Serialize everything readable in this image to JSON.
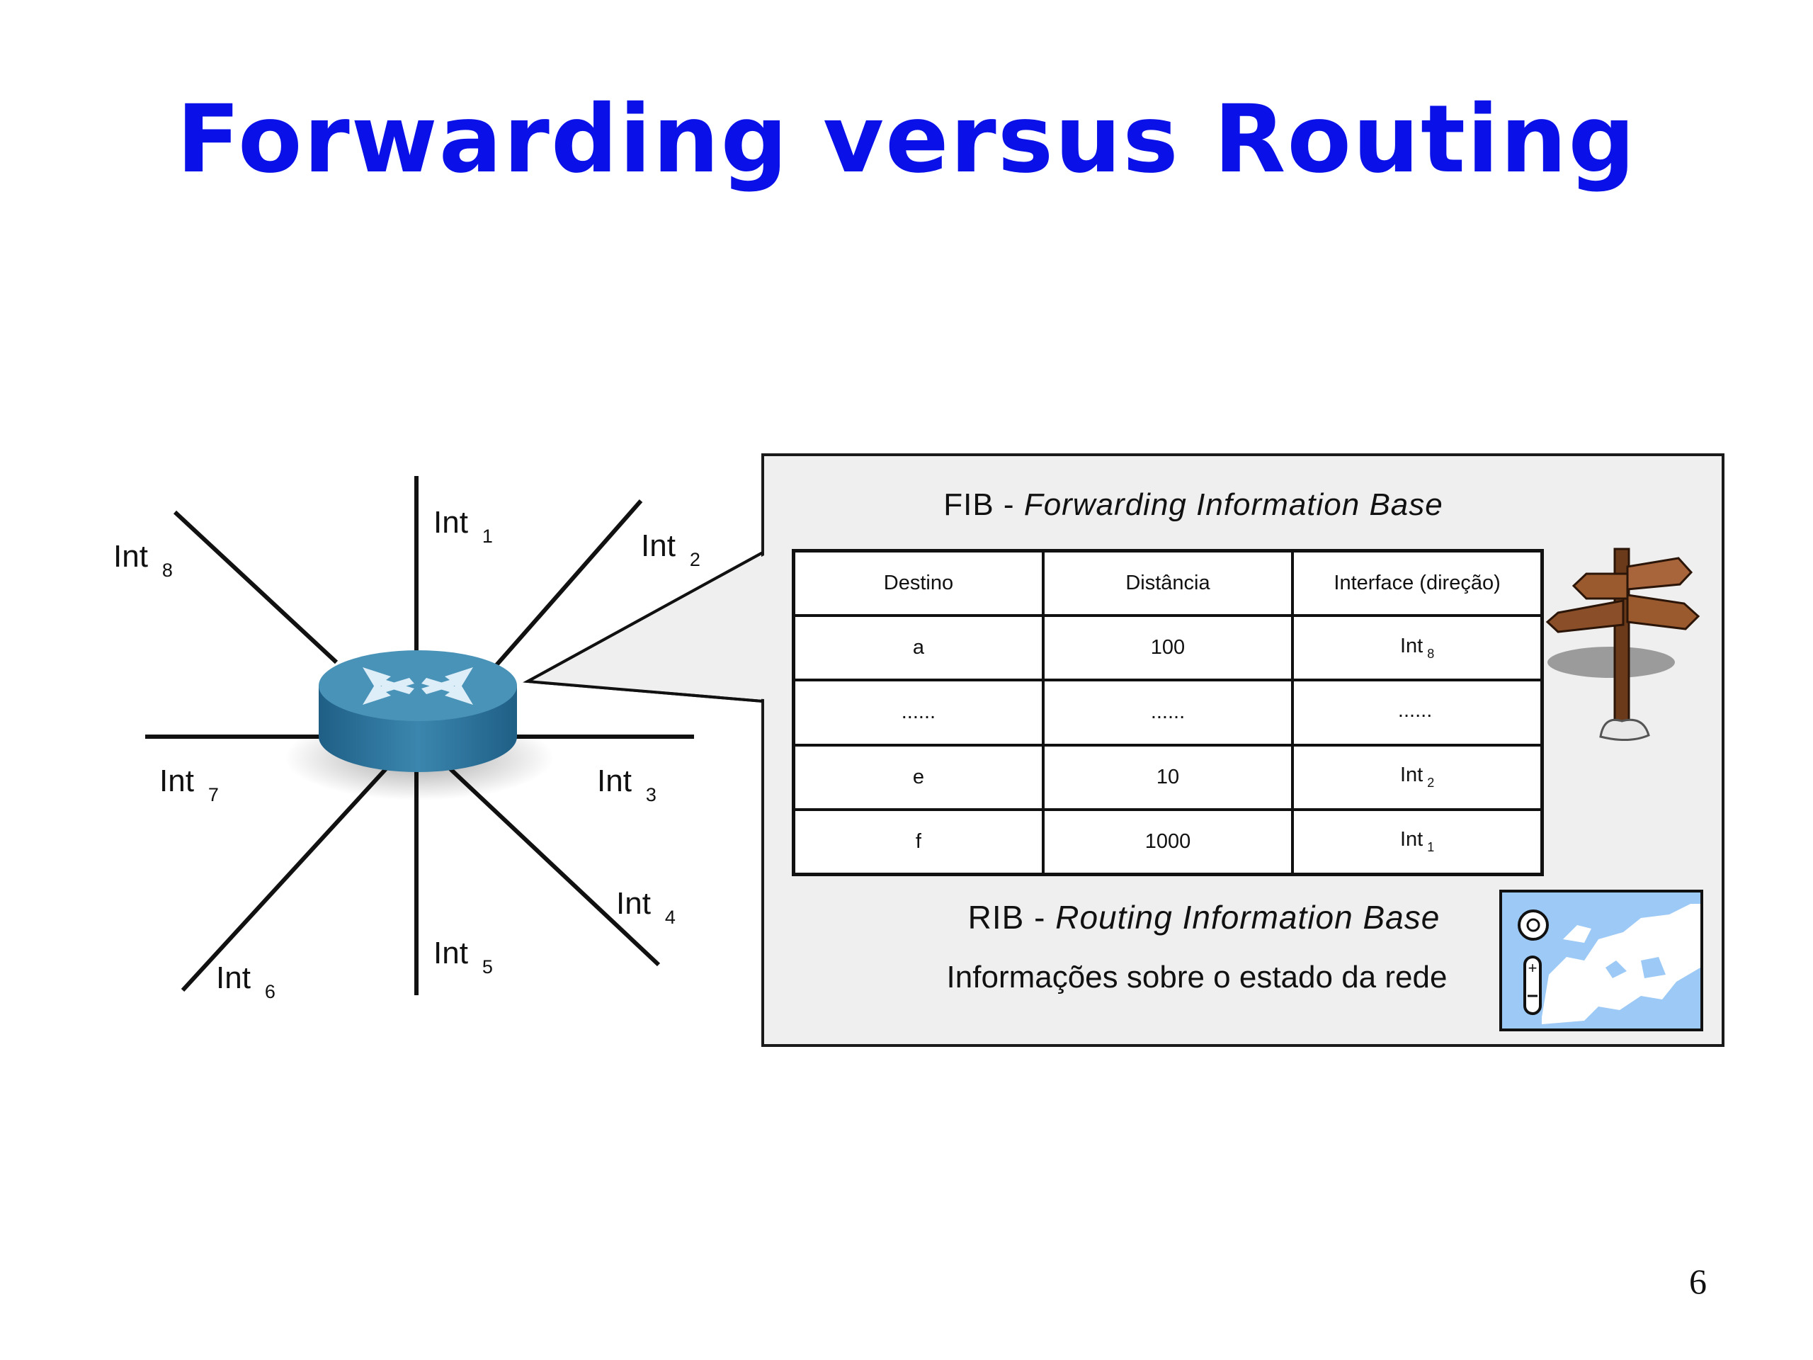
{
  "title": "Forwarding versus Routing",
  "colors": {
    "title": "#0a10e8",
    "router_top": "#4a93b8",
    "router_side": "#2a6e96",
    "panel_bg": "#efefef",
    "map_sea": "#9cc9f5",
    "map_land": "#ffffff"
  },
  "router": {
    "icon": "router-icon",
    "interfaces": [
      {
        "label": "Int",
        "sub": "1"
      },
      {
        "label": "Int",
        "sub": "2"
      },
      {
        "label": "Int",
        "sub": "3"
      },
      {
        "label": "Int",
        "sub": "4"
      },
      {
        "label": "Int",
        "sub": "5"
      },
      {
        "label": "Int",
        "sub": "6"
      },
      {
        "label": "Int",
        "sub": "7"
      },
      {
        "label": "Int",
        "sub": "8"
      }
    ]
  },
  "fib": {
    "title_prefix": "FIB - ",
    "title_italic": "Forwarding Information Base",
    "headers": [
      "Destino",
      "Distância",
      "Interface (direção)"
    ],
    "rows": [
      {
        "destino": "a",
        "distancia": "100",
        "iface": "Int",
        "iface_sub": "8"
      },
      {
        "destino": "......",
        "distancia": "......",
        "iface": "......",
        "iface_sub": ""
      },
      {
        "destino": "e",
        "distancia": "10",
        "iface": "Int",
        "iface_sub": "2"
      },
      {
        "destino": "f",
        "distancia": "1000",
        "iface": "Int",
        "iface_sub": "1"
      }
    ]
  },
  "rib": {
    "title_prefix": "RIB - ",
    "title_italic": "Routing Information Base",
    "description": "Informações sobre o estado da rede"
  },
  "icons": {
    "signpost": "signpost-icon",
    "map": "map-icon"
  },
  "page_number": "6"
}
